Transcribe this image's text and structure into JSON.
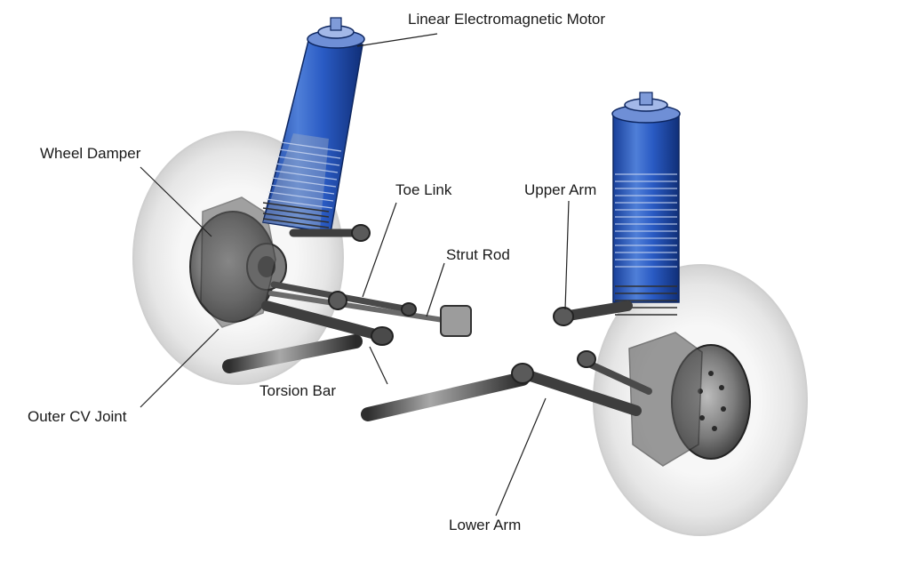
{
  "labels": {
    "linear_motor": "Linear Electromagnetic Motor",
    "wheel_damper": "Wheel Damper",
    "toe_link": "Toe Link",
    "upper_arm": "Upper Arm",
    "strut_rod": "Strut Rod",
    "torsion_bar": "Torsion Bar",
    "outer_cv_joint": "Outer CV Joint",
    "lower_arm": "Lower Arm"
  },
  "colors": {
    "motor_blue": "#1f4fb8",
    "motor_highlight": "#6f97e6",
    "metal_dark": "#3a3a3a",
    "metal_mid": "#8a8a8a",
    "metal_light": "#cfcfcf",
    "tire": "#eeeeee",
    "leader_line": "#222222"
  }
}
